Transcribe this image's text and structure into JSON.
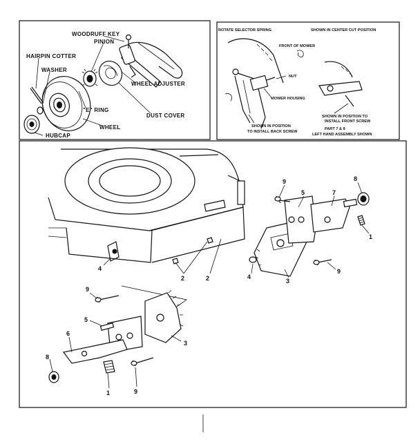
{
  "panel_top_left": {
    "labels": {
      "woodruff_key": "WOODRUFF KEY",
      "pinion": "PINION",
      "hairpin_cotter": "HAIRPIN COTTER",
      "washer": "WASHER",
      "wheel_adjuster": "WHEEL ADJUSTER",
      "e_ring": "\"E\" RING",
      "dust_cover": "DUST COVER",
      "wheel": "WHEEL",
      "hubcap": "HUBCAP"
    }
  },
  "panel_top_right": {
    "labels": {
      "rotate_selector_spring": "ROTATE SELECTOR SPRING",
      "shown_center_cut": "SHOWN IN CENTER CUT POSITION",
      "front_of_mower": "FRONT OF MOWER",
      "nut": "NUT",
      "mower_housing": "MOWER HOUSING",
      "shown_install_back_1": "SHOWN IN POSITION",
      "shown_install_back_2": "TO INSTALL BACK SCREW",
      "shown_install_front_1": "SHOWN IN POSITION TO",
      "shown_install_front_2": "INSTALL FRONT SCREW",
      "part_note_1": "PART 7 & 8",
      "part_note_2": "LEFT HAND ASSEMBLY SHOWN"
    }
  },
  "panel_main": {
    "callouts": {
      "n1_right": "1",
      "n2_a": "2",
      "n2_b": "2",
      "n3_right": "3",
      "n4_left": "4",
      "n4_right": "4",
      "n5_right": "5",
      "n7": "7",
      "n8_right": "8",
      "n9_right_top": "9",
      "n9_right_bottom": "9",
      "n9_left_top": "9",
      "n5_left": "5",
      "n3_left": "3",
      "n6": "6",
      "n8_left": "8",
      "n1_left": "1",
      "n9_left_bottom": "9"
    }
  }
}
